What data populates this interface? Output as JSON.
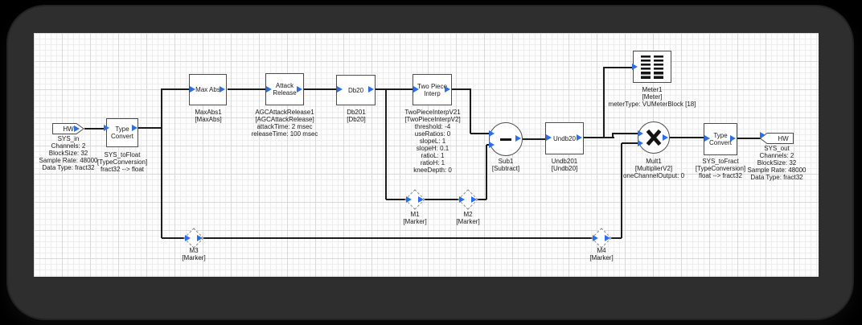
{
  "colors": {
    "background": "#000000",
    "frame": "#2e2e2e",
    "canvas": "#fdfdfd",
    "wire": "#1c1c1c",
    "port_blue": "#2b6fe8",
    "block_border": "#4d4d4d"
  },
  "nodes": {
    "sys_in": {
      "title": "HW",
      "caption": [
        "SYS_in",
        "Channels: 2",
        "BlockSize: 32",
        "Sample Rate: 48000",
        "Data Type: fract32"
      ]
    },
    "sys_to_float": {
      "title": "Type Convert",
      "caption": [
        "SYS_toFloat",
        "[TypeConversion]",
        "fract32 --> float"
      ]
    },
    "max_abs": {
      "title": "Max Abs",
      "caption": [
        "MaxAbs1",
        "[MaxAbs]"
      ]
    },
    "attack_release": {
      "title": "Attack Release",
      "caption": [
        "AGCAttackRelease1",
        "[AGCAttackRelease]",
        "attackTime: 2 msec",
        "releaseTime: 100 msec"
      ]
    },
    "db20": {
      "title": "Db20",
      "caption": [
        "Db201",
        "[Db20]"
      ]
    },
    "two_piece_interp": {
      "title": "Two Piece Interp",
      "caption": [
        "TwoPieceInterpV21",
        "[TwoPieceInterpV2]",
        "threshold: -4",
        "useRatios: 0",
        "slopeL: 1",
        "slopeH: 0.1",
        "ratioL: 1",
        "ratioH: 1",
        "kneeDepth: 0"
      ]
    },
    "sub1": {
      "glyph": "minus",
      "caption": [
        "Sub1",
        "[Subtract]"
      ]
    },
    "undb20": {
      "title": "Undb20",
      "caption": [
        "Undb201",
        "[Undb20]"
      ]
    },
    "meter1": {
      "icon": "vu-meter-icon",
      "caption": [
        "Meter1",
        "[Meter]",
        "meterType: VUMeterBlock [18]"
      ]
    },
    "mult1": {
      "glyph": "multiply",
      "caption": [
        "Mult1",
        "[MultiplierV2]",
        "oneChannelOutput: 0"
      ]
    },
    "sys_to_fract": {
      "title": "Type Convert",
      "caption": [
        "SYS_toFract",
        "[TypeConversion]",
        "float --> fract32"
      ]
    },
    "sys_out": {
      "title": "HW",
      "caption": [
        "SYS_out",
        "Channels: 2",
        "BlockSize: 32",
        "Sample Rate: 48000",
        "Data Type: fract32"
      ]
    },
    "m1": {
      "caption": [
        "M1",
        "[Marker]"
      ]
    },
    "m2": {
      "caption": [
        "M2",
        "[Marker]"
      ]
    },
    "m3": {
      "caption": [
        "M3",
        "[Marker]"
      ]
    },
    "m4": {
      "caption": [
        "M4",
        "[Marker]"
      ]
    }
  }
}
